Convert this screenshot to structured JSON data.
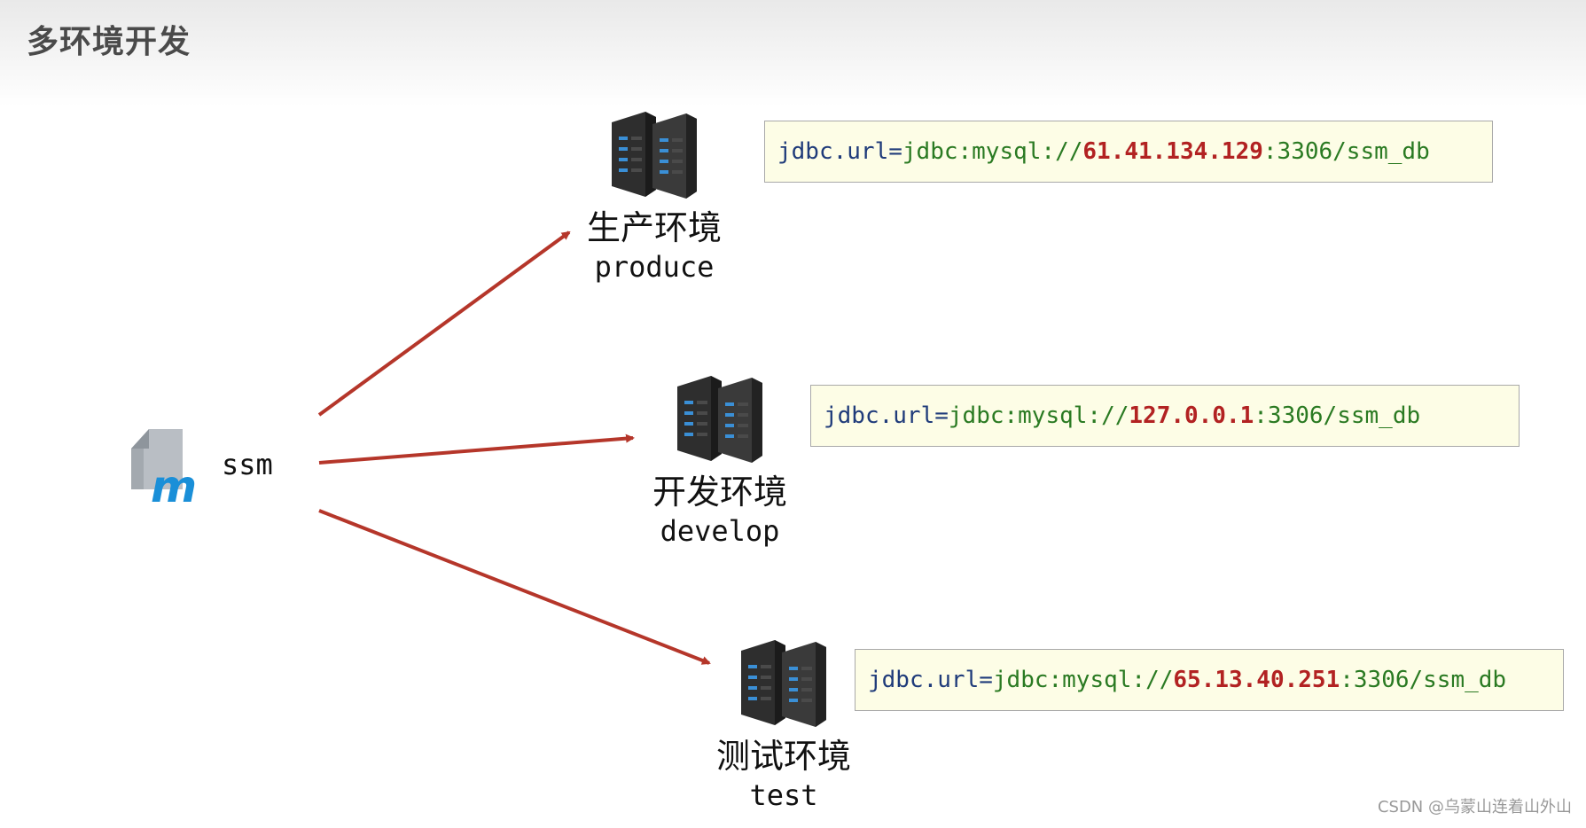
{
  "title": "多环境开发",
  "project": {
    "name": "ssm",
    "icon": "maven-icon"
  },
  "environments": [
    {
      "name": "生产环境",
      "code": "produce",
      "icon": "server-icon",
      "config": {
        "key": "jdbc.url",
        "eq": "=",
        "prefix": "jdbc:mysql://",
        "ip": "61.41.134.129",
        "suffix": ":3306/ssm_db"
      }
    },
    {
      "name": "开发环境",
      "code": "develop",
      "icon": "server-icon",
      "config": {
        "key": "jdbc.url",
        "eq": "=",
        "prefix": "jdbc:mysql://",
        "ip": "127.0.0.1",
        "suffix": ":3306/ssm_db"
      }
    },
    {
      "name": "测试环境",
      "code": "test",
      "icon": "server-icon",
      "config": {
        "key": "jdbc.url",
        "eq": "=",
        "prefix": "jdbc:mysql://",
        "ip": "65.13.40.251",
        "suffix": ":3306/ssm_db"
      }
    }
  ],
  "colors": {
    "arrow": "#b5362a",
    "ip": "#b22222",
    "key": "#1f3b7a",
    "value": "#2a7a22",
    "box_bg": "#fdfde6"
  },
  "watermark": "CSDN @乌蒙山连着山外山"
}
